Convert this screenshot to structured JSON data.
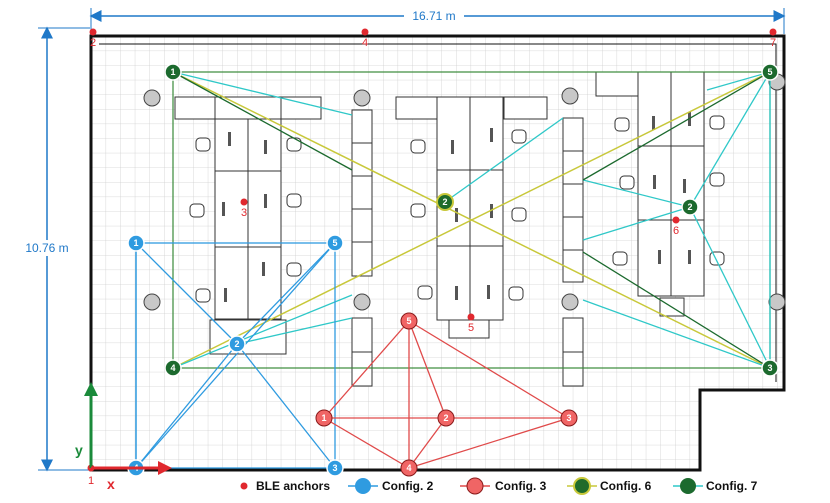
{
  "dimensions": {
    "width_label": "16.71 m",
    "height_label": "10.76 m"
  },
  "axes": {
    "x_label": "x",
    "y_label": "y",
    "x_color": "#e0282e",
    "y_color": "#1a8a3a"
  },
  "colors": {
    "anchor": "#e0282e",
    "config2_fill": "#2f9be0",
    "config2_line": "#2f9be0",
    "config3_fill": "#f06565",
    "config3_line": "#e04a4a",
    "config6_fill": "#1f6b2a",
    "config6_line": "#c8c83a",
    "config7_fill": "#1c6a2e",
    "config7_line": "#2fc8c8",
    "green_rect": "#3a8a3a"
  },
  "legend": {
    "anchors": "BLE anchors",
    "config2": "Config. 2",
    "config3": "Config. 3",
    "config6": "Config. 6",
    "config7": "Config. 7"
  },
  "anchors": [
    {
      "id": "2",
      "label": "2"
    },
    {
      "id": "4",
      "label": "4"
    },
    {
      "id": "7",
      "label": "7"
    },
    {
      "id": "3",
      "label": "3"
    },
    {
      "id": "6",
      "label": "6"
    },
    {
      "id": "5",
      "label": "5"
    },
    {
      "id": "1",
      "label": "1"
    }
  ],
  "config2_nodes": [
    "1",
    "5",
    "2",
    "4",
    "3"
  ],
  "config3_nodes": [
    "5",
    "1",
    "2",
    "3",
    "4"
  ],
  "config7_nodes": [
    "1",
    "5",
    "4",
    "3"
  ],
  "config6_nodes": [
    "2",
    "2"
  ]
}
